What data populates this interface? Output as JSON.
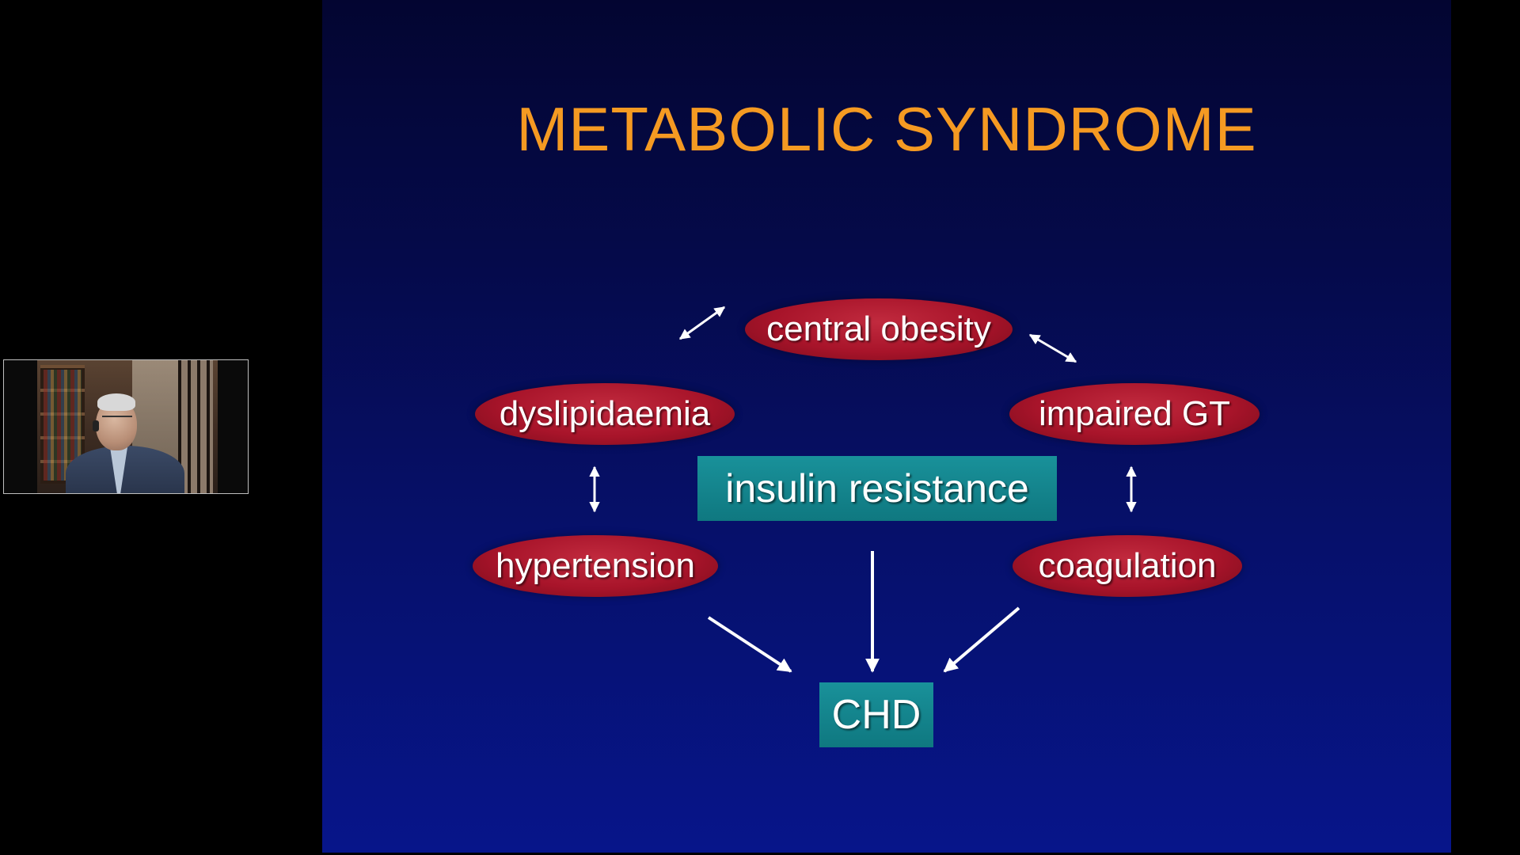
{
  "slide": {
    "title": "METABOLIC SYNDROME",
    "nodes": {
      "central_obesity": "central obesity",
      "dyslipidaemia": "dyslipidaemia",
      "impaired_gt": "impaired GT",
      "hypertension": "hypertension",
      "coagulation": "coagulation",
      "insulin_resistance": "insulin resistance",
      "chd": "CHD"
    }
  },
  "colors": {
    "title": "#f59a22",
    "ellipse": "#a8142a",
    "box": "#138089",
    "background_top": "#030531",
    "background_bottom": "#07158a"
  }
}
